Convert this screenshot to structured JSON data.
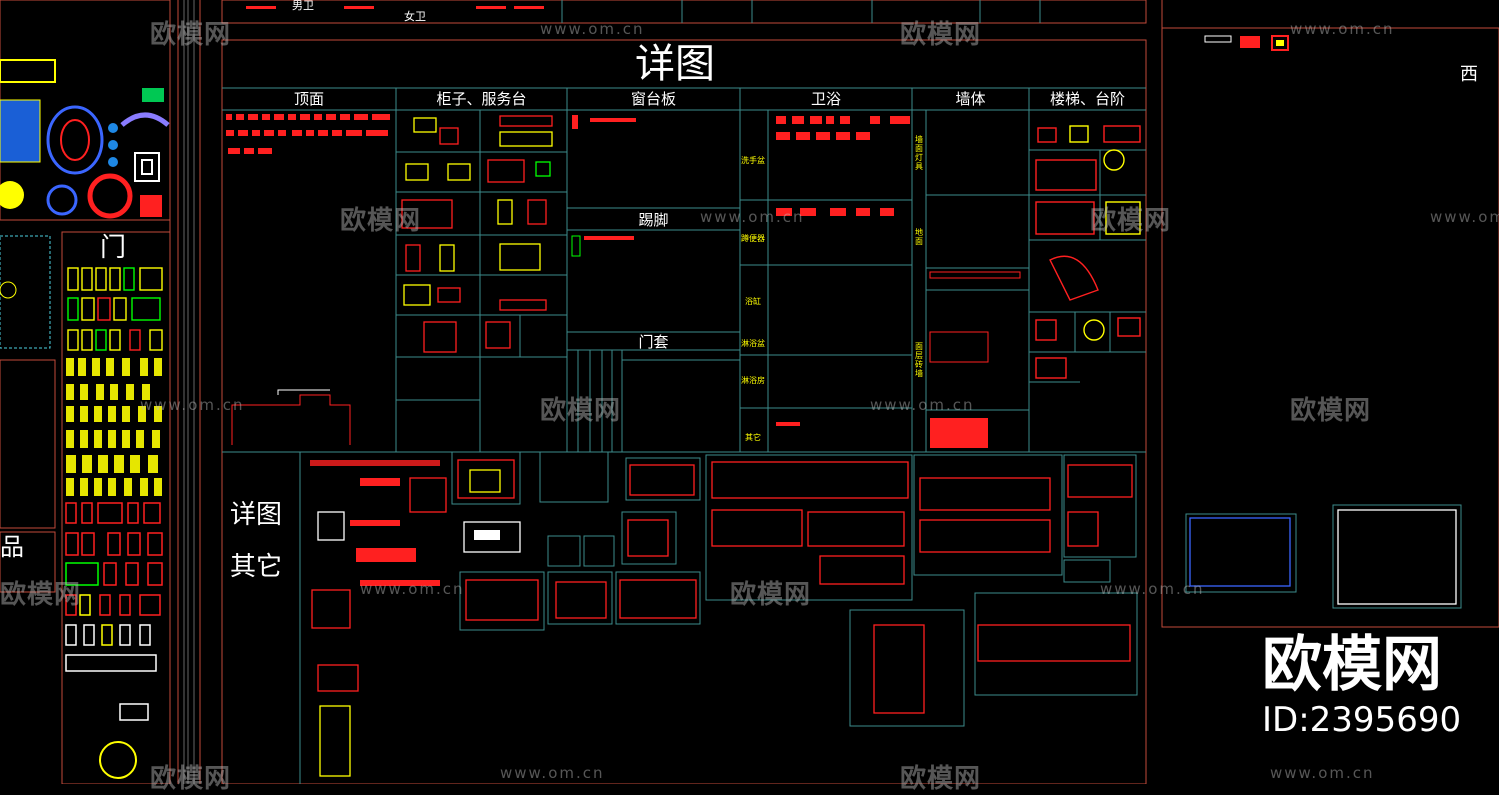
{
  "top_labels": {
    "men": "男卫",
    "women": "女卫"
  },
  "panel_title": "详图",
  "columns": [
    "顶面",
    "柜子、服务台",
    "窗台板",
    "卫浴",
    "墙体",
    "楼梯、台阶"
  ],
  "sub_headers": {
    "kick": "踢脚",
    "door_casing": "门套"
  },
  "bath_labels": [
    "洗手盆",
    "蹲便器",
    "浴缸",
    "淋浴盆",
    "淋浴房",
    "其它"
  ],
  "wall_labels": [
    "墙面灯具",
    "地面",
    "面层砖墙"
  ],
  "other_label": {
    "line1": "详图",
    "line2": "其它"
  },
  "left_door_title": "门",
  "left_partial": "品",
  "right_partial": "西",
  "watermark": {
    "brand": "欧模网",
    "url": "www.om.cn"
  },
  "logo": {
    "brand": "欧模网",
    "id": "ID:2395690"
  },
  "colors": {
    "background": "#000000",
    "frame_red": "#c24a3a",
    "grid_cyan": "#3c8c8c",
    "cad_yellow": "#ffff00",
    "cad_red": "#ff2020"
  }
}
